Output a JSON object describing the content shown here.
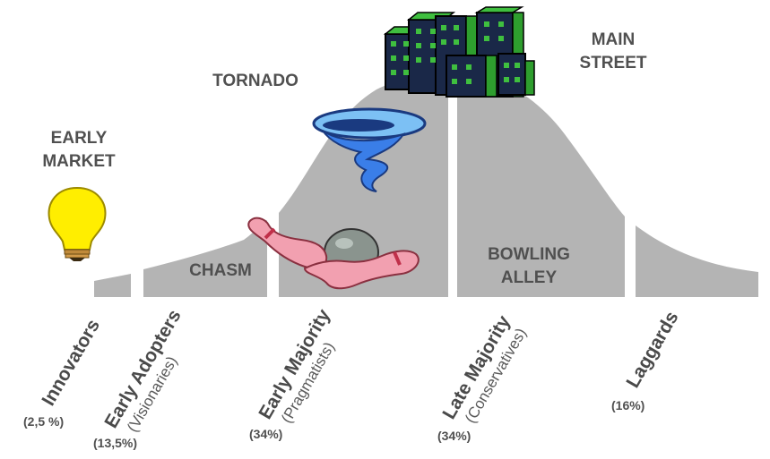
{
  "diagram": {
    "zones": {
      "early_market": [
        "EARLY",
        "MARKET"
      ],
      "tornado": "TORNADO",
      "main_street": [
        "MAIN",
        "STREET"
      ],
      "chasm": "CHASM",
      "bowling_alley": [
        "BOWLING",
        "ALLEY"
      ]
    },
    "segments": [
      {
        "name": "Innovators",
        "subtitle": "",
        "percent": "(2,5 %)"
      },
      {
        "name": "Early Adopters",
        "subtitle": "(Visionaries)",
        "percent": "(13,5%)"
      },
      {
        "name": "Early Majority",
        "subtitle": "(Pragmatists)",
        "percent": "(34%)"
      },
      {
        "name": "Late Majority",
        "subtitle": "(Conservatives)",
        "percent": "(34%)"
      },
      {
        "name": "Laggards",
        "subtitle": "",
        "percent": "(16%)"
      }
    ],
    "colors": {
      "curve": "#b4b4b4",
      "label": "#505050",
      "bulb": "#ffee00",
      "tornado": "#3a7ee8",
      "buildings": "#2e8b2e",
      "pins": "#f2a0b0"
    },
    "icons": [
      "light-bulb-icon",
      "tornado-icon",
      "bowling-pins-icon",
      "city-buildings-icon"
    ]
  }
}
